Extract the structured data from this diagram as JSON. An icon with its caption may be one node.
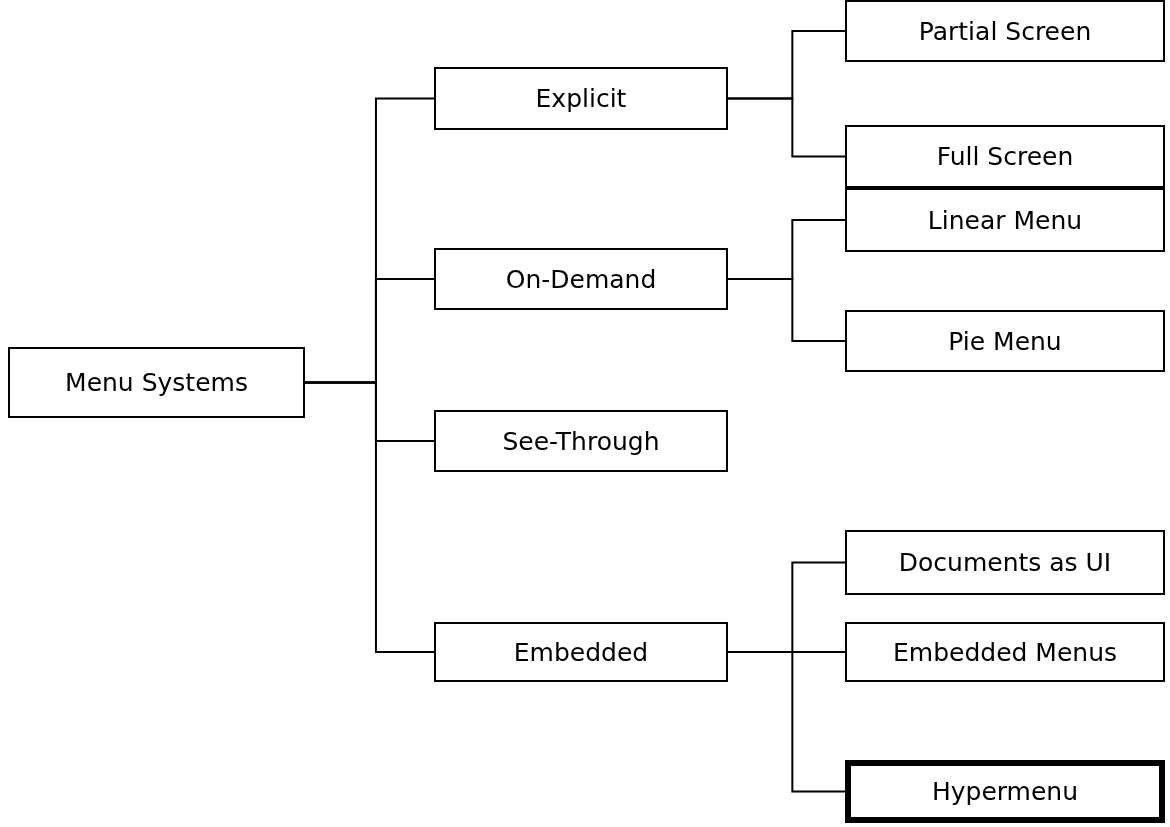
{
  "diagram": {
    "nodes": [
      {
        "text": [
          "Menu Systems"
        ]
      },
      {
        "text": [
          "Explicit"
        ]
      },
      {
        "text": [
          "On-Demand"
        ]
      },
      {
        "text": [
          "See-Through"
        ]
      },
      {
        "text": [
          "Embedded"
        ]
      },
      {
        "text": [
          "Partial Screen"
        ]
      },
      {
        "text": [
          "Full Screen"
        ]
      },
      {
        "text": [
          "Linear Menu"
        ]
      },
      {
        "text": [
          "Pie Menu"
        ]
      },
      {
        "text": [
          "Documents as UI"
        ]
      },
      {
        "text": [
          "Embedded Menus"
        ]
      },
      {
        "text": [
          "Hypermenu"
        ]
      }
    ],
    "edges": [
      {
        "from": 0,
        "to": 1,
        "arrow": "none"
      },
      {
        "from": 0,
        "to": 2,
        "arrow": "none"
      },
      {
        "from": 0,
        "to": 3,
        "arrow": "none"
      },
      {
        "from": 0,
        "to": 4,
        "arrow": "none"
      },
      {
        "from": 1,
        "to": 5,
        "arrow": "none"
      },
      {
        "from": 1,
        "to": 6,
        "arrow": "none"
      },
      {
        "from": 2,
        "to": 7,
        "arrow": "none"
      },
      {
        "from": 2,
        "to": 8,
        "arrow": "none"
      },
      {
        "from": 4,
        "to": 9,
        "arrow": "none"
      },
      {
        "from": 4,
        "to": 10,
        "arrow": "none"
      },
      {
        "from": 4,
        "to": 11,
        "arrow": "none"
      }
    ]
  }
}
